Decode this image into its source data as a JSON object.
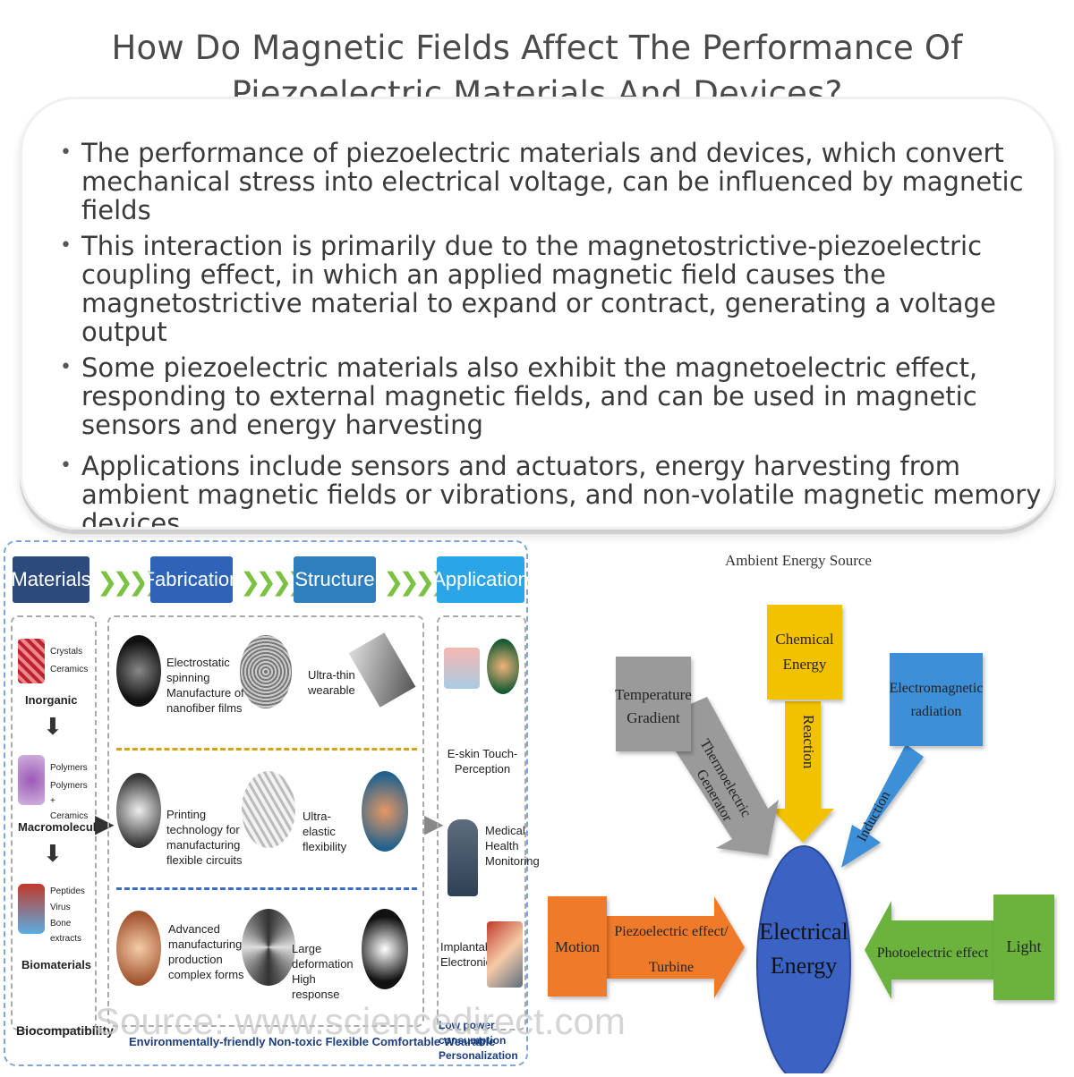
{
  "title": "How Do Magnetic Fields Affect The Performance Of Piezoelectric Materials And Devices?",
  "bullets": [
    "The performance of piezoelectric materials and devices, which convert mechanical stress into electrical voltage, can be influenced by magnetic fields",
    "This interaction is primarily due to the magnetostrictive-piezoelectric coupling effect, in which an applied magnetic field causes the magnetostrictive material to expand or contract, generating a voltage output",
    "Some piezoelectric materials also exhibit the magnetoelectric effect, responding to external magnetic fields, and can be used in magnetic sensors and energy harvesting",
    "Applications include sensors and actuators, energy harvesting from ambient magnetic fields or vibrations, and non-volatile magnetic memory devices"
  ],
  "left_figure": {
    "headers": [
      "Materials",
      "Fabrication",
      "Structure",
      "Application"
    ],
    "materials": {
      "inorganic": [
        "Crystals",
        "Ceramics"
      ],
      "inorganic_label": "Inorganic",
      "macro": [
        "Polymers",
        "Polymers + Ceramics"
      ],
      "macro_label": "Macromolecule",
      "bio": [
        "Peptides",
        "Virus",
        "Bone extracts"
      ],
      "bio_label": "Biomaterials"
    },
    "fabrication": [
      "Electrostatic spinning Manufacture of nanofiber films",
      "Printing technology for manufacturing flexible circuits",
      "Advanced manufacturing production complex forms"
    ],
    "structure": [
      "Ultra-thin wearable",
      "Ultra-elastic flexibility",
      "Large deformation High response"
    ],
    "application": [
      "E-skin Touch-Perception",
      "Medical Health Monitoring",
      "Implantable Electronics"
    ],
    "footer_left": "Biocompatibility",
    "footer_mid": "Environmentally-friendly  Non-toxic  Flexible  Comfortable  Wearable",
    "footer_right": "Low power consumption Personalization",
    "watermark": "Source: www.sciencedirect.com"
  },
  "right_figure": {
    "title": "Ambient Energy Source",
    "center": "Electrical Energy",
    "nodes": {
      "chemical": "Chemical Energy",
      "temperature": "Temperature Gradient",
      "em": "Electromagnetic radiation",
      "motion": "Motion",
      "light": "Light"
    },
    "arrows": {
      "reaction": "Reaction",
      "thermo": "Thermoelectric Generator",
      "induction": "Induction",
      "piezo": "Piezoelectric effect/ Turbine",
      "photo": "Photoelectric effect"
    },
    "colors": {
      "chemical": "#f2c200",
      "temperature": "#9a9a9a",
      "em": "#3d8fd8",
      "motion": "#ee7a2a",
      "light": "#6cb33e",
      "center": "#3b63c4"
    }
  }
}
